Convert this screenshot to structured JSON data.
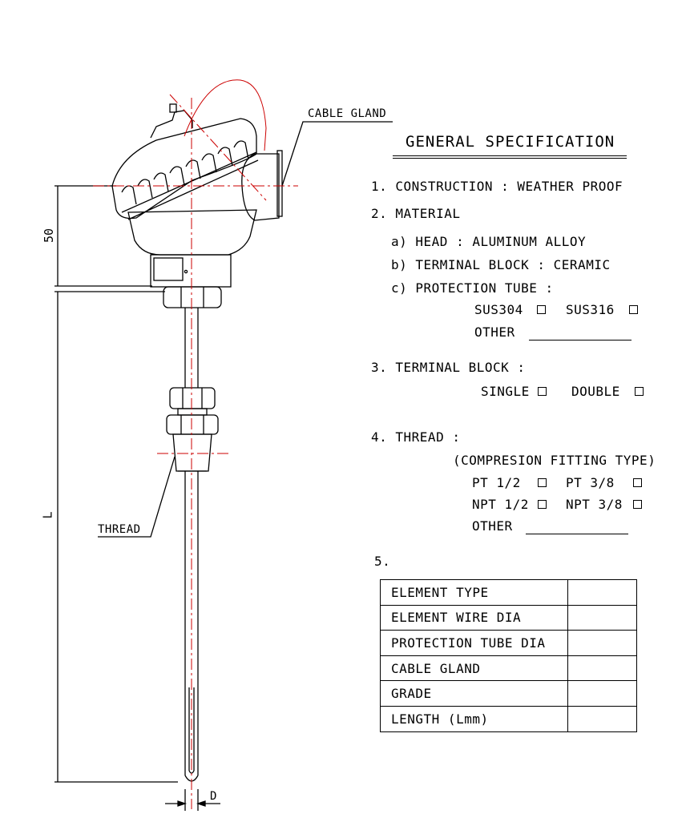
{
  "labels": {
    "cable_gland": "CABLE GLAND",
    "thread": "THREAD",
    "dim_50": "50",
    "dim_L": "L",
    "dim_D": "D"
  },
  "spec": {
    "title": "GENERAL SPECIFICATION",
    "construction": "1. CONSTRUCTION : WEATHER PROOF",
    "material": "2. MATERIAL",
    "head": "a) HEAD : ALUMINUM ALLOY",
    "terminal_block_material": "b) TERMINAL BLOCK : CERAMIC",
    "protection_tube": "c) PROTECTION TUBE :",
    "sus304": "SUS304",
    "sus316": "SUS316",
    "other_1": "OTHER",
    "terminal_block": "3. TERMINAL BLOCK :",
    "single": "SINGLE",
    "double": "DOUBLE",
    "thread": "4. THREAD :",
    "fitting_type": "(COMPRESION FITTING TYPE)",
    "pt_half": "PT 1/2",
    "pt_3_8": "PT 3/8",
    "npt_half": "NPT 1/2",
    "npt_3_8": "NPT 3/8",
    "other_2": "OTHER",
    "item_5": "5."
  },
  "table": {
    "rows": [
      {
        "label": "ELEMENT TYPE",
        "value": ""
      },
      {
        "label": "ELEMENT WIRE DIA",
        "value": ""
      },
      {
        "label": "PROTECTION TUBE DIA",
        "value": ""
      },
      {
        "label": "CABLE GLAND",
        "value": ""
      },
      {
        "label": "GRADE",
        "value": ""
      },
      {
        "label": "LENGTH (Lmm)",
        "value": ""
      }
    ]
  },
  "colors": {
    "line": "#000000",
    "centerline": "#cc0000"
  }
}
